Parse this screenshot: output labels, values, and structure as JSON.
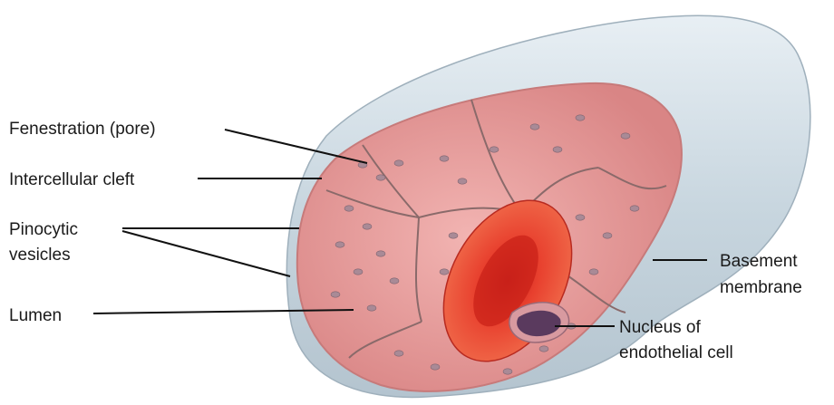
{
  "labels": {
    "fenestration": "Fenestration (pore)",
    "intercellular_cleft": "Intercellular cleft",
    "pinocytic_line1": "Pinocytic",
    "pinocytic_line2": "vesicles",
    "lumen": "Lumen",
    "basement_line1": "Basement",
    "basement_line2": "membrane",
    "nucleus_line1": "Nucleus of",
    "nucleus_line2": "endothelial cell"
  },
  "colors": {
    "outer_tube": "#cfdbe3",
    "inner_wall": "#e59a9a",
    "cell_border": "#8a6a6a",
    "vesicle": "#a98a96",
    "red_blood_cell": "#e23a2a",
    "nucleus": "#5a3a5e"
  }
}
